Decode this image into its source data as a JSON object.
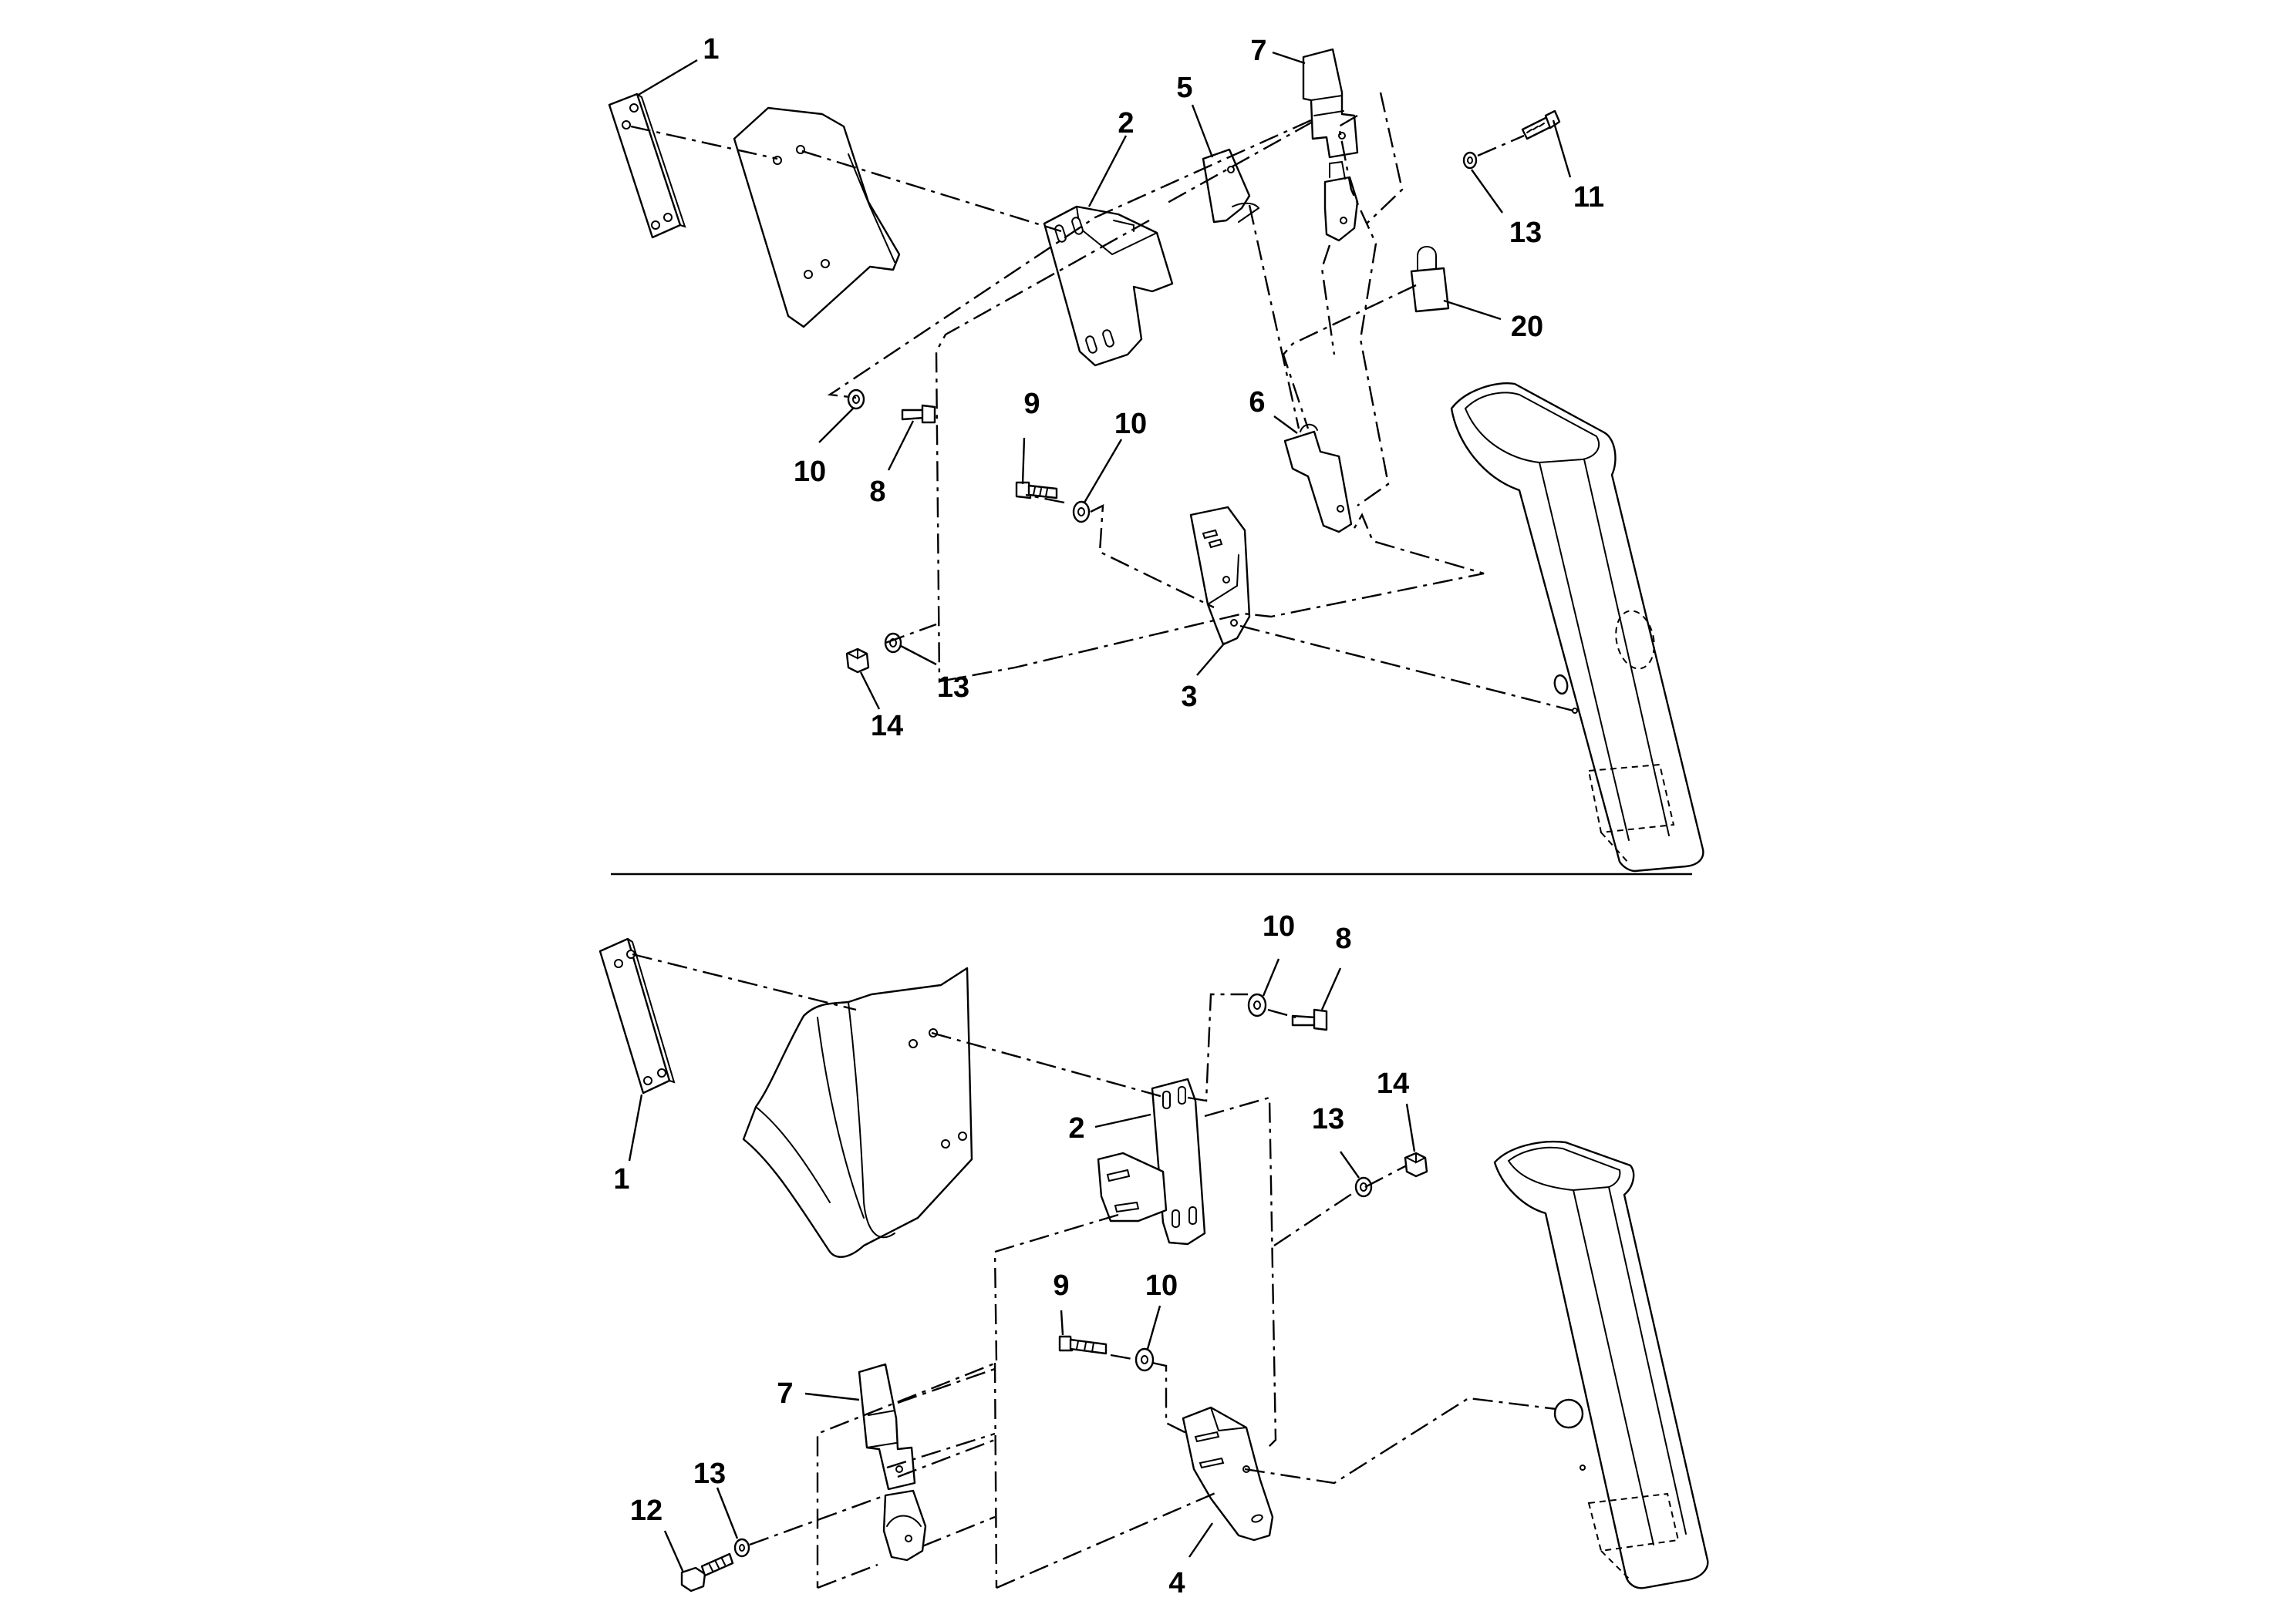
{
  "colors": {
    "line": "#000000",
    "background": "#ffffff"
  },
  "upper_view": {
    "callouts": {
      "c1": "1",
      "c2": "2",
      "c3": "3",
      "c5": "5",
      "c6": "6",
      "c7": "7",
      "c8": "8",
      "c9": "9",
      "c10a": "10",
      "c10b": "10",
      "c11": "11",
      "c13a": "13",
      "c13b": "13",
      "c14": "14",
      "c20": "20"
    }
  },
  "lower_view": {
    "callouts": {
      "c1": "1",
      "c2": "2",
      "c4": "4",
      "c7": "7",
      "c8": "8",
      "c9": "9",
      "c10a": "10",
      "c10b": "10",
      "c12": "12",
      "c13a": "13",
      "c13b": "13",
      "c14": "14"
    }
  }
}
